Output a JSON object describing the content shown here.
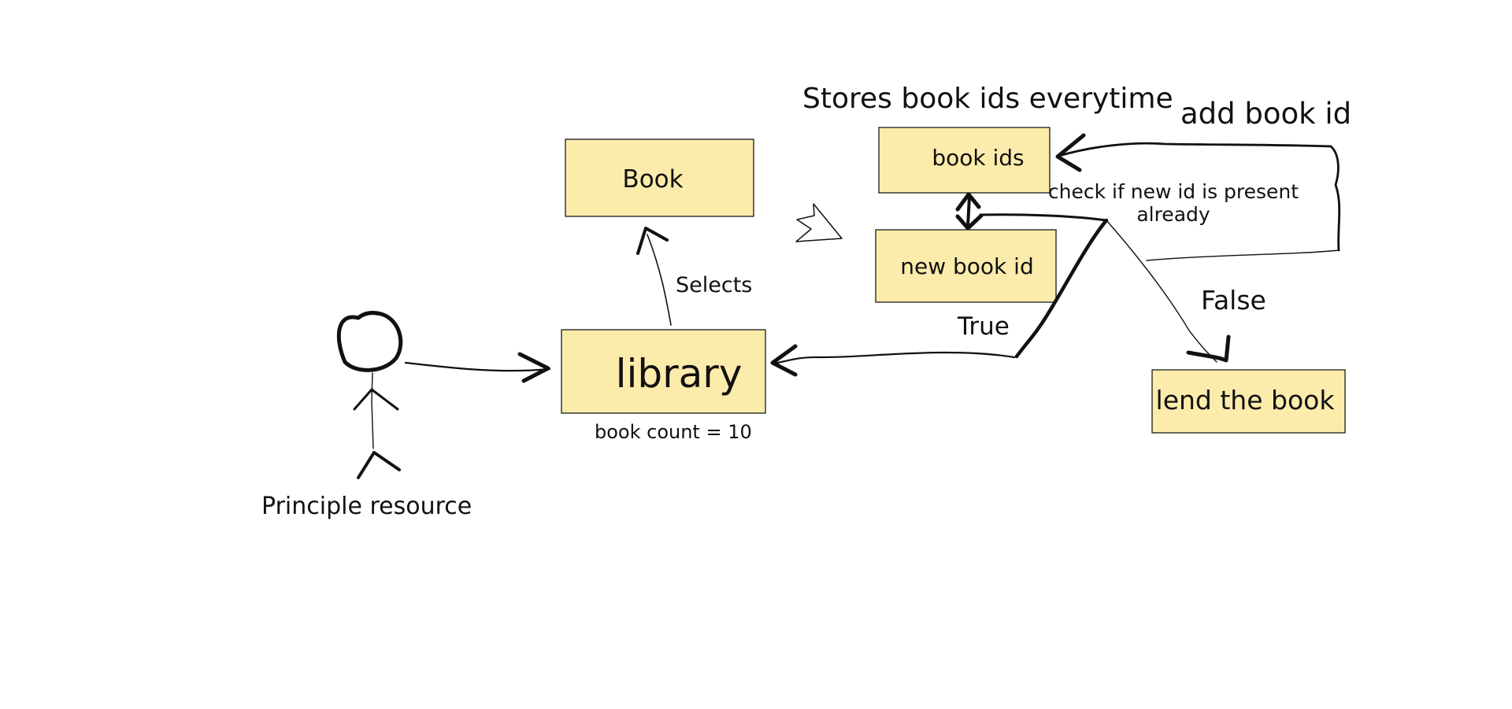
{
  "diagram": {
    "actor": {
      "label": "Principle resource"
    },
    "nodes": {
      "library": "library",
      "library_note": "book count = 10",
      "book": "Book",
      "book_ids": "book ids",
      "new_book_id": "new book id",
      "lend_the_book": "lend the book"
    },
    "labels": {
      "stores": "Stores book ids everytime",
      "add_book_id": "add book id",
      "check_line1": "check if new id is present",
      "check_line2": "already",
      "selects": "Selects",
      "true": "True",
      "false": "False"
    },
    "colors": {
      "box_fill": "#fcecac",
      "stroke": "#111111",
      "background": "#ffffff"
    }
  }
}
